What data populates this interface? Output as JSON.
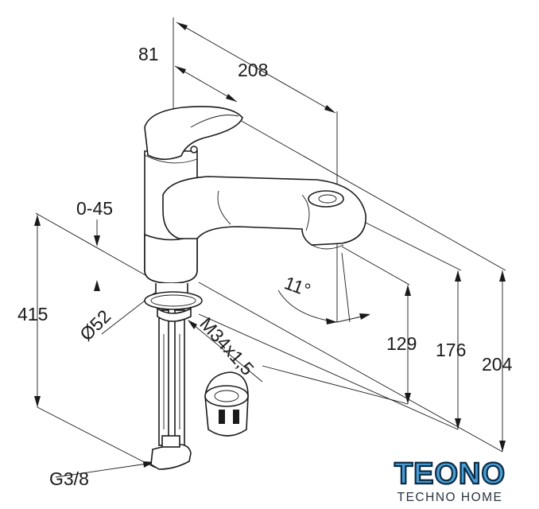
{
  "diagram": {
    "dimensions": {
      "d81": "81",
      "d208": "208",
      "d045": "0-45",
      "d415": "415",
      "d52": "Ø52",
      "d11": "11°",
      "d129": "129",
      "d176": "176",
      "d204": "204",
      "dM34": "M34x1,5",
      "dG38": "G3/8"
    }
  },
  "logo": {
    "brand": "TEONO",
    "tagline": "TECHNO HOME",
    "colors": {
      "fill": "#4a9fd5",
      "outline": "#0b2a44"
    }
  }
}
